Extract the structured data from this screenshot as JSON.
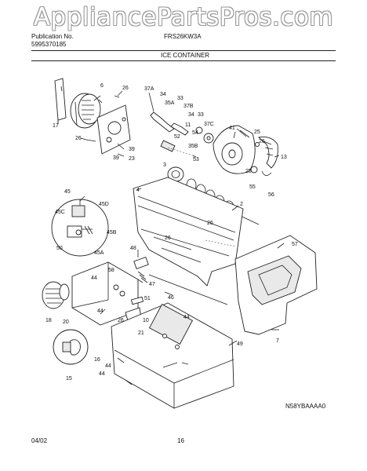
{
  "watermark": "AppliancePartsPros.com",
  "header": {
    "publication_label": "Publication No.",
    "publication_number": "5995370185",
    "model": "FRS26KW3A",
    "section_title": "ICE CONTAINER"
  },
  "diagram_code": "N58YBAAAA0",
  "footer": {
    "date": "04/02",
    "page": "16"
  },
  "callouts": {
    "c1": "1",
    "c2": "2",
    "c3": "3",
    "c4": "4",
    "c6": "6",
    "c7": "7",
    "c10": "10",
    "c11": "11",
    "c13": "13",
    "c15": "15",
    "c16": "16",
    "c17": "17",
    "c18": "18",
    "c20": "20",
    "c21": "21",
    "c23": "23",
    "c25a": "25",
    "c25b": "25",
    "c26a": "26",
    "c26b": "26",
    "c26c": "26",
    "c26d": "26",
    "c26e": "26",
    "c33a": "33",
    "c33b": "33",
    "c34a": "34",
    "c34b": "34",
    "c35A": "35A",
    "c35B": "35B",
    "c37A": "37A",
    "c37B": "37B",
    "c37C": "37C",
    "c39a": "39",
    "c39b": "39",
    "c41": "41",
    "c44a": "44",
    "c44b": "44",
    "c44c": "44",
    "c44d": "44",
    "c44e": "44",
    "c45": "45",
    "c45A": "45A",
    "c45B": "45B",
    "c45C": "45C",
    "c45D": "45D",
    "c46": "46",
    "c47": "47",
    "c48": "48",
    "c49": "49",
    "c50": "50",
    "c51": "51",
    "c52": "52",
    "c53": "53",
    "c54": "54",
    "c55": "55",
    "c56": "56",
    "c57": "57",
    "c58": "58"
  }
}
